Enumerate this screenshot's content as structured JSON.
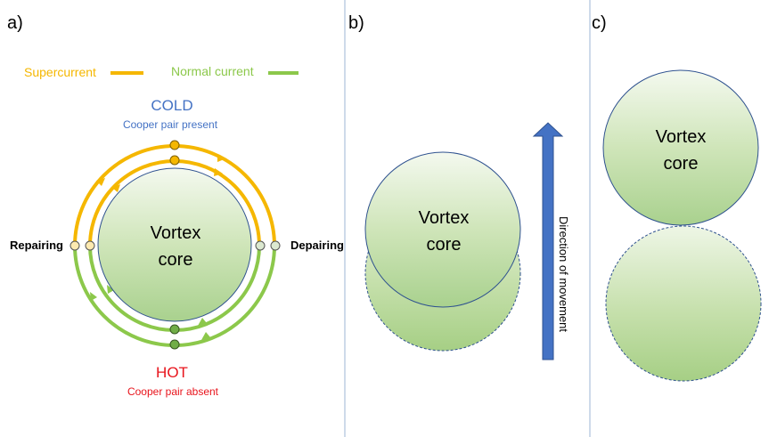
{
  "panels": {
    "a": {
      "label": "a)",
      "legend": {
        "supercurrent": "Supercurrent",
        "normal_current": "Normal current"
      },
      "cold": {
        "title": "COLD",
        "subtitle": "Cooper pair present"
      },
      "hot": {
        "title": "HOT",
        "subtitle": "Cooper pair absent"
      },
      "left_label": "Repairing",
      "right_label": "Depairing",
      "core_line1": "Vortex",
      "core_line2": "core"
    },
    "b": {
      "label": "b)",
      "core_line1": "Vortex",
      "core_line2": "core",
      "arrow_label": "Direction of movement"
    },
    "c": {
      "label": "c)",
      "core_line1": "Vortex",
      "core_line2": "core"
    }
  },
  "colors": {
    "supercurrent": "#f5b700",
    "normal_current": "#8cc84b",
    "cold_text": "#4472c4",
    "hot_text": "#e8141c",
    "core_outline": "#2f528f",
    "arrow": "#4472c4",
    "divider": "#9db5d6",
    "node_green": "#70ad47"
  }
}
